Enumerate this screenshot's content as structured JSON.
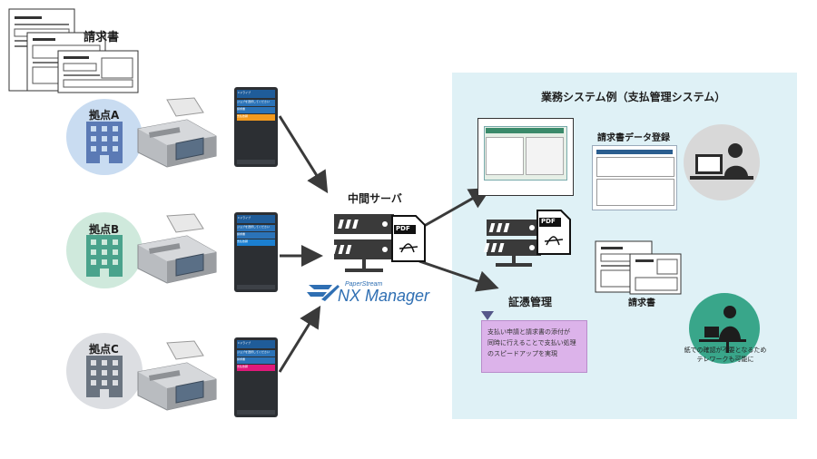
{
  "invoice_top_label": "請求書",
  "sites": [
    {
      "label": "拠点A",
      "color": "#c9dcf1",
      "icon_color": "#5b7ab5"
    },
    {
      "label": "拠点B",
      "color": "#cfe9dc",
      "icon_color": "#4aa38c"
    },
    {
      "label": "拠点C",
      "color": "#dcdee2",
      "icon_color": "#6a7480"
    }
  ],
  "middle_server_label": "中間サーバ",
  "pdf_label": "PDF",
  "logo": {
    "small": "PaperStream",
    "large": "NX Manager"
  },
  "business_system_title": "業務システム例（支払管理システム）",
  "invoice_data_entry_label": "請求書データ登録",
  "voucher_management_label": "証憑管理",
  "invoice_right_label": "請求書",
  "note_text": [
    "支払い申請と請求書の添付が",
    "同時に行えることで支払い処理",
    "のスピードアップを実現"
  ],
  "telework_text": [
    "紙での確認が不要となるため",
    "テレワークも可能に"
  ],
  "phone_screens": [
    {
      "title": "Cドライブ",
      "item1": "ジョブを選択してください",
      "item2": "請求書",
      "item3": "支払依頼",
      "item3_color": "#f39a1e"
    },
    {
      "title": "Cドライブ",
      "item1": "ジョブを選択してください",
      "item2": "請求書",
      "item3": "支払依頼",
      "item3_color": "#1b7fd0"
    },
    {
      "title": "Cドライブ",
      "item1": "ジョブを選択してください",
      "item2": "請求書",
      "item3": "支払依頼",
      "item3_color": "#e0197a"
    }
  ],
  "colors": {
    "panel": "#dff1f6",
    "arrow": "#3a3a3a",
    "server": "#3a3a3a",
    "accent_logo": "#2f6fb3"
  }
}
